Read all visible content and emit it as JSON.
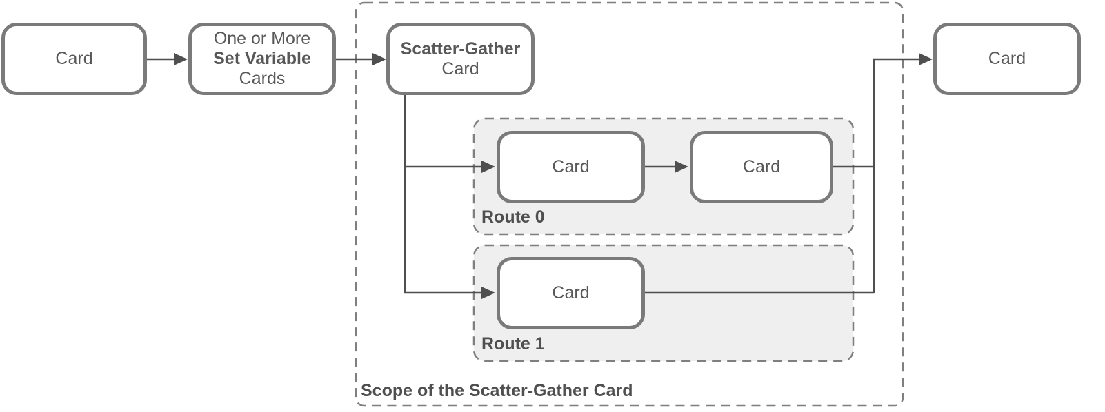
{
  "diagram": {
    "start_card": {
      "label": "Card"
    },
    "set_variable_card": {
      "lines": [
        "One or More",
        "Set Variable",
        "Cards"
      ]
    },
    "scatter_gather_card": {
      "lines": [
        "Scatter-Gather",
        "Card"
      ]
    },
    "routes": [
      {
        "label": "Route 0",
        "cards": [
          "Card",
          "Card"
        ]
      },
      {
        "label": "Route 1",
        "cards": [
          "Card"
        ]
      }
    ],
    "end_card": {
      "label": "Card"
    },
    "scope_label": "Scope of the Scatter-Gather Card"
  },
  "colors": {
    "card_border": "#7a7a7a",
    "dashed_border": "#7f7f7f",
    "route_fill": "#efefef",
    "connector": "#4f4f4f",
    "text": "#585858",
    "label_text": "#4f4f4f",
    "canvas_bg": "#ffffff"
  }
}
